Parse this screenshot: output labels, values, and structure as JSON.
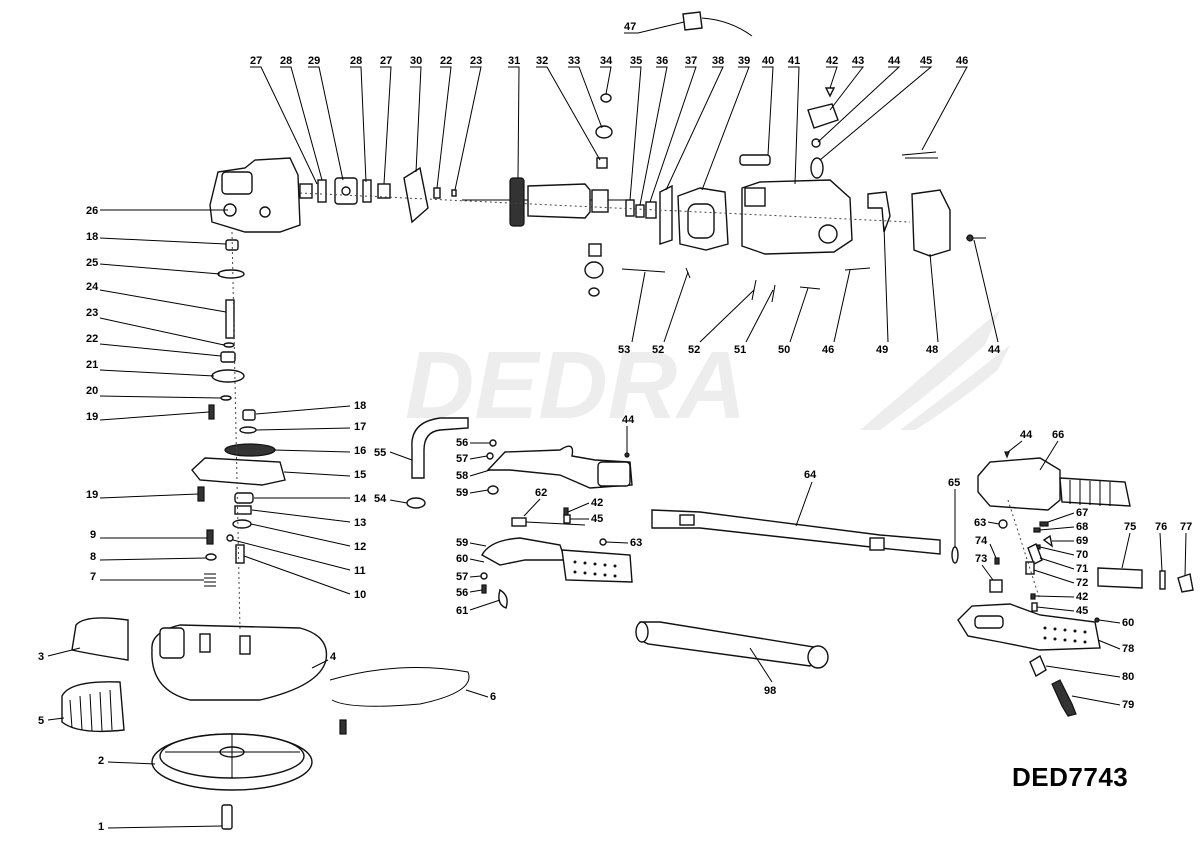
{
  "watermark": "DEDRA",
  "model_code": "DED7743",
  "callouts": [
    "1",
    "2",
    "3",
    "4",
    "5",
    "6",
    "7",
    "8",
    "9",
    "10",
    "11",
    "12",
    "13",
    "14",
    "15",
    "16",
    "17",
    "18",
    "19",
    "20",
    "21",
    "22",
    "23",
    "24",
    "25",
    "26",
    "27",
    "28",
    "29",
    "30",
    "31",
    "32",
    "33",
    "34",
    "35",
    "36",
    "37",
    "38",
    "39",
    "40",
    "41",
    "42",
    "43",
    "44",
    "45",
    "46",
    "47",
    "48",
    "49",
    "50",
    "51",
    "52",
    "53",
    "54",
    "55",
    "56",
    "57",
    "58",
    "59",
    "60",
    "61",
    "62",
    "63",
    "64",
    "65",
    "66",
    "67",
    "68",
    "69",
    "70",
    "71",
    "72",
    "73",
    "74",
    "75",
    "76",
    "77",
    "78",
    "79",
    "80",
    "98"
  ]
}
